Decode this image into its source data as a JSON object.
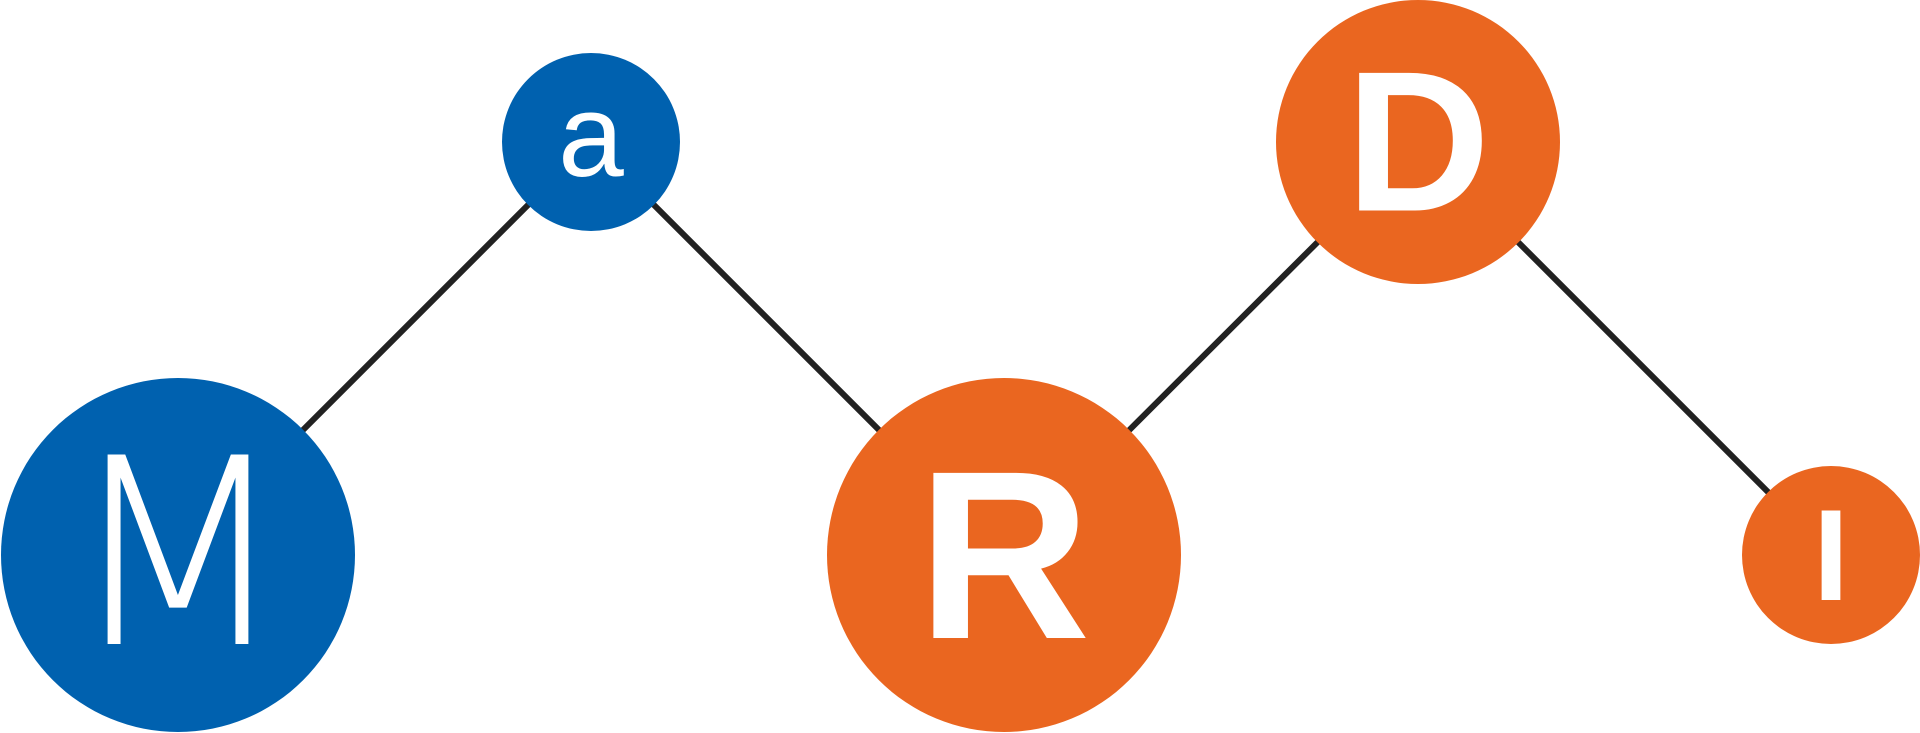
{
  "logo": {
    "colors": {
      "blue": "#0061AF",
      "orange": "#EA6620",
      "line": "#222222",
      "letter": "#FFFFFF"
    },
    "letters": {
      "m": "M",
      "a": "a",
      "r": "R",
      "d": "D",
      "i": "I"
    }
  }
}
